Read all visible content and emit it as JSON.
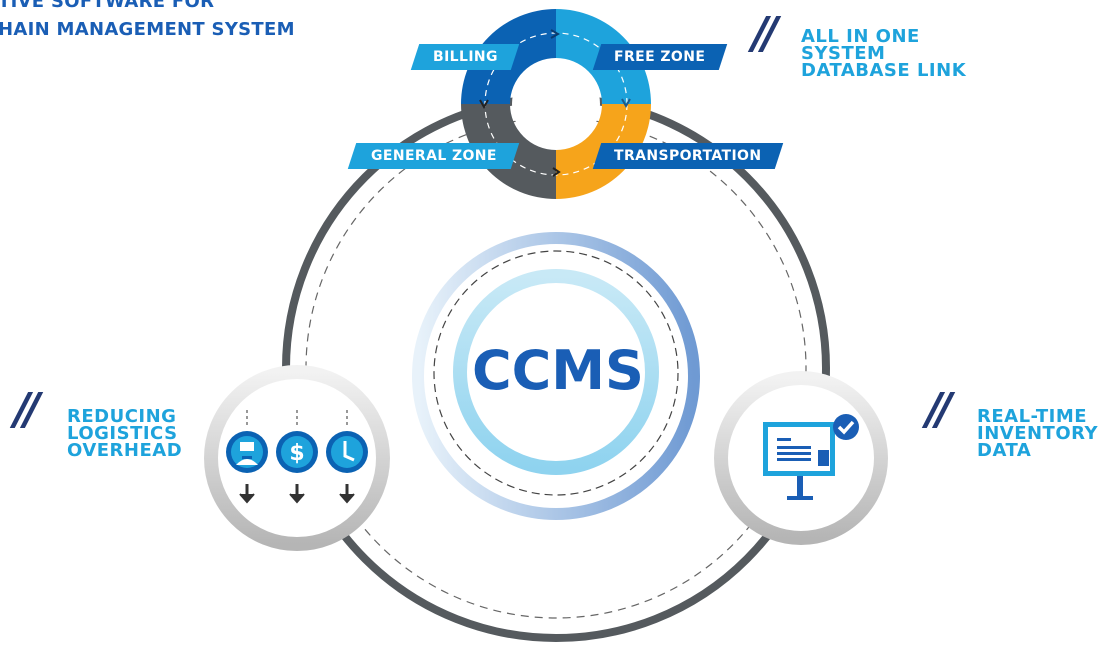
{
  "heading": {
    "line1": "TIVE SOFTWARE FOR",
    "line2": "HAIN MANAGEMENT SYSTEM"
  },
  "center": {
    "label": "CCMS"
  },
  "ring_labels": {
    "billing": "BILLING",
    "free_zone": "FREE ZONE",
    "general_zone": "GENERAL ZONE",
    "transportation": "TRANSPORTATION"
  },
  "callouts": {
    "top_right": {
      "lines": [
        "ALL IN ONE",
        "SYSTEM",
        "DATABASE LINK"
      ]
    },
    "left": {
      "lines": [
        "REDUCING",
        "LOGISTICS",
        "OVERHEAD"
      ]
    },
    "right": {
      "lines": [
        "REAL-TIME",
        "INVENTORY",
        "DATA"
      ]
    }
  },
  "quote_mark": "//",
  "icons": {
    "logistics": [
      "person-icon",
      "dollar-icon",
      "clock-icon",
      "down-arrow-icon"
    ],
    "inventory": [
      "monitor-icon",
      "checkmark-icon"
    ]
  },
  "colors": {
    "dark_blue": "#0b62b3",
    "light_blue": "#1ea3dc",
    "orange": "#f6a41b",
    "dark_gray": "#555a5e",
    "heading_blue": "#1a5eb5"
  }
}
